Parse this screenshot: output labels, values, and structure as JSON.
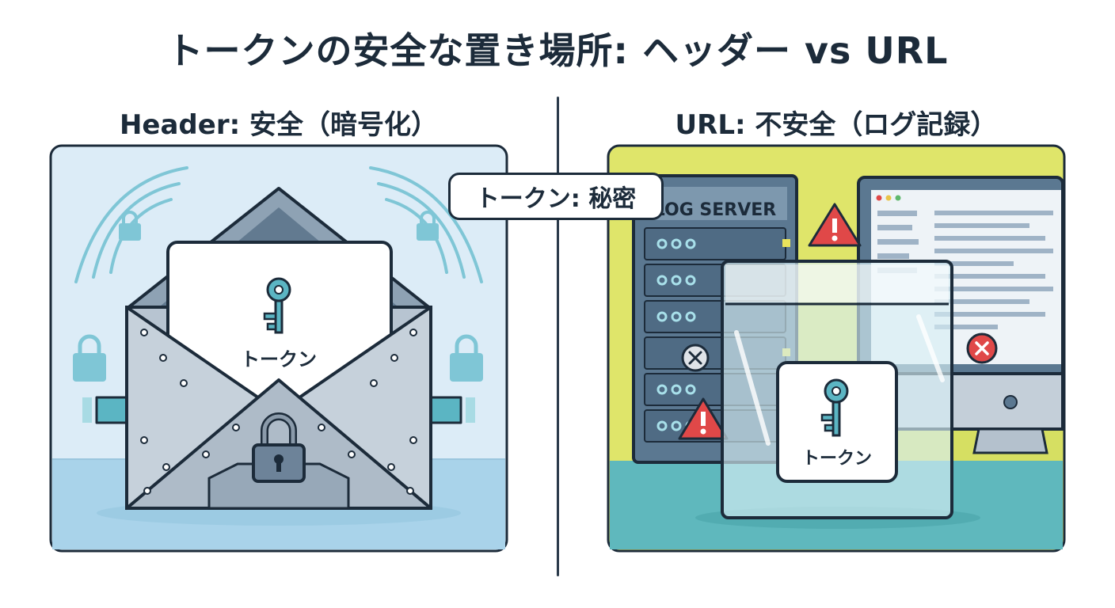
{
  "title": "トークンの安全な置き場所: ヘッダー vs URL",
  "left": {
    "heading": "Header: 安全（暗号化）",
    "card_label": "トークン"
  },
  "right": {
    "heading": "URL: 不安全（ログ記録）",
    "server_label": "LOG SERVER",
    "card_label": "トークン"
  },
  "bubble": "トークン: 秘密",
  "colors": {
    "left_bg": "#dcecf7",
    "right_bg": "#dfe56a",
    "outline": "#1c2b3a",
    "teal": "#4aa9b8",
    "warning": "#e04848"
  }
}
